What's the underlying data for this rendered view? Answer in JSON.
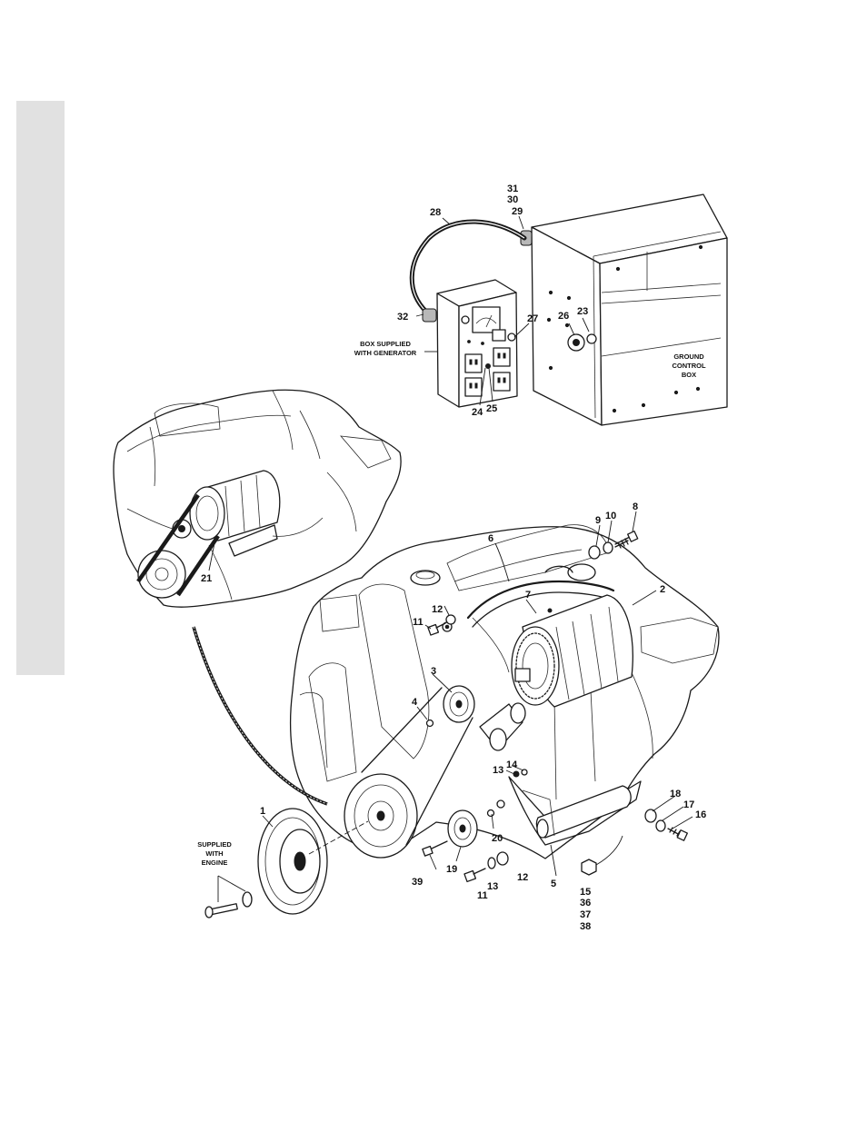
{
  "colors": {
    "background": "#ffffff",
    "sidebar": "#e1e1e1",
    "ink": "#1a1a1a"
  },
  "captions": {
    "box_supplied": [
      "BOX SUPPLIED",
      "WITH GENERATOR"
    ],
    "ground_control": [
      "GROUND",
      "CONTROL",
      "BOX"
    ],
    "supplied_engine": [
      "SUPPLIED",
      "WITH",
      "ENGINE"
    ]
  },
  "callouts": {
    "c1": "1",
    "c2": "2",
    "c3": "3",
    "c4": "4",
    "c5": "5",
    "c6": "6",
    "c7": "7",
    "c8": "8",
    "c9": "9",
    "c10": "10",
    "c11a": "11",
    "c11b": "11",
    "c12a": "12",
    "c12b": "12",
    "c13a": "13",
    "c13b": "13",
    "c14": "14",
    "c15": "15",
    "c16": "16",
    "c17": "17",
    "c18": "18",
    "c19": "19",
    "c20": "20",
    "c21": "21",
    "c23": "23",
    "c24": "24",
    "c25": "25",
    "c26": "26",
    "c27": "27",
    "c28": "28",
    "c29": "29",
    "c30": "30",
    "c31": "31",
    "c32": "32",
    "c36": "36",
    "c37": "37",
    "c38": "38",
    "c39": "39"
  }
}
